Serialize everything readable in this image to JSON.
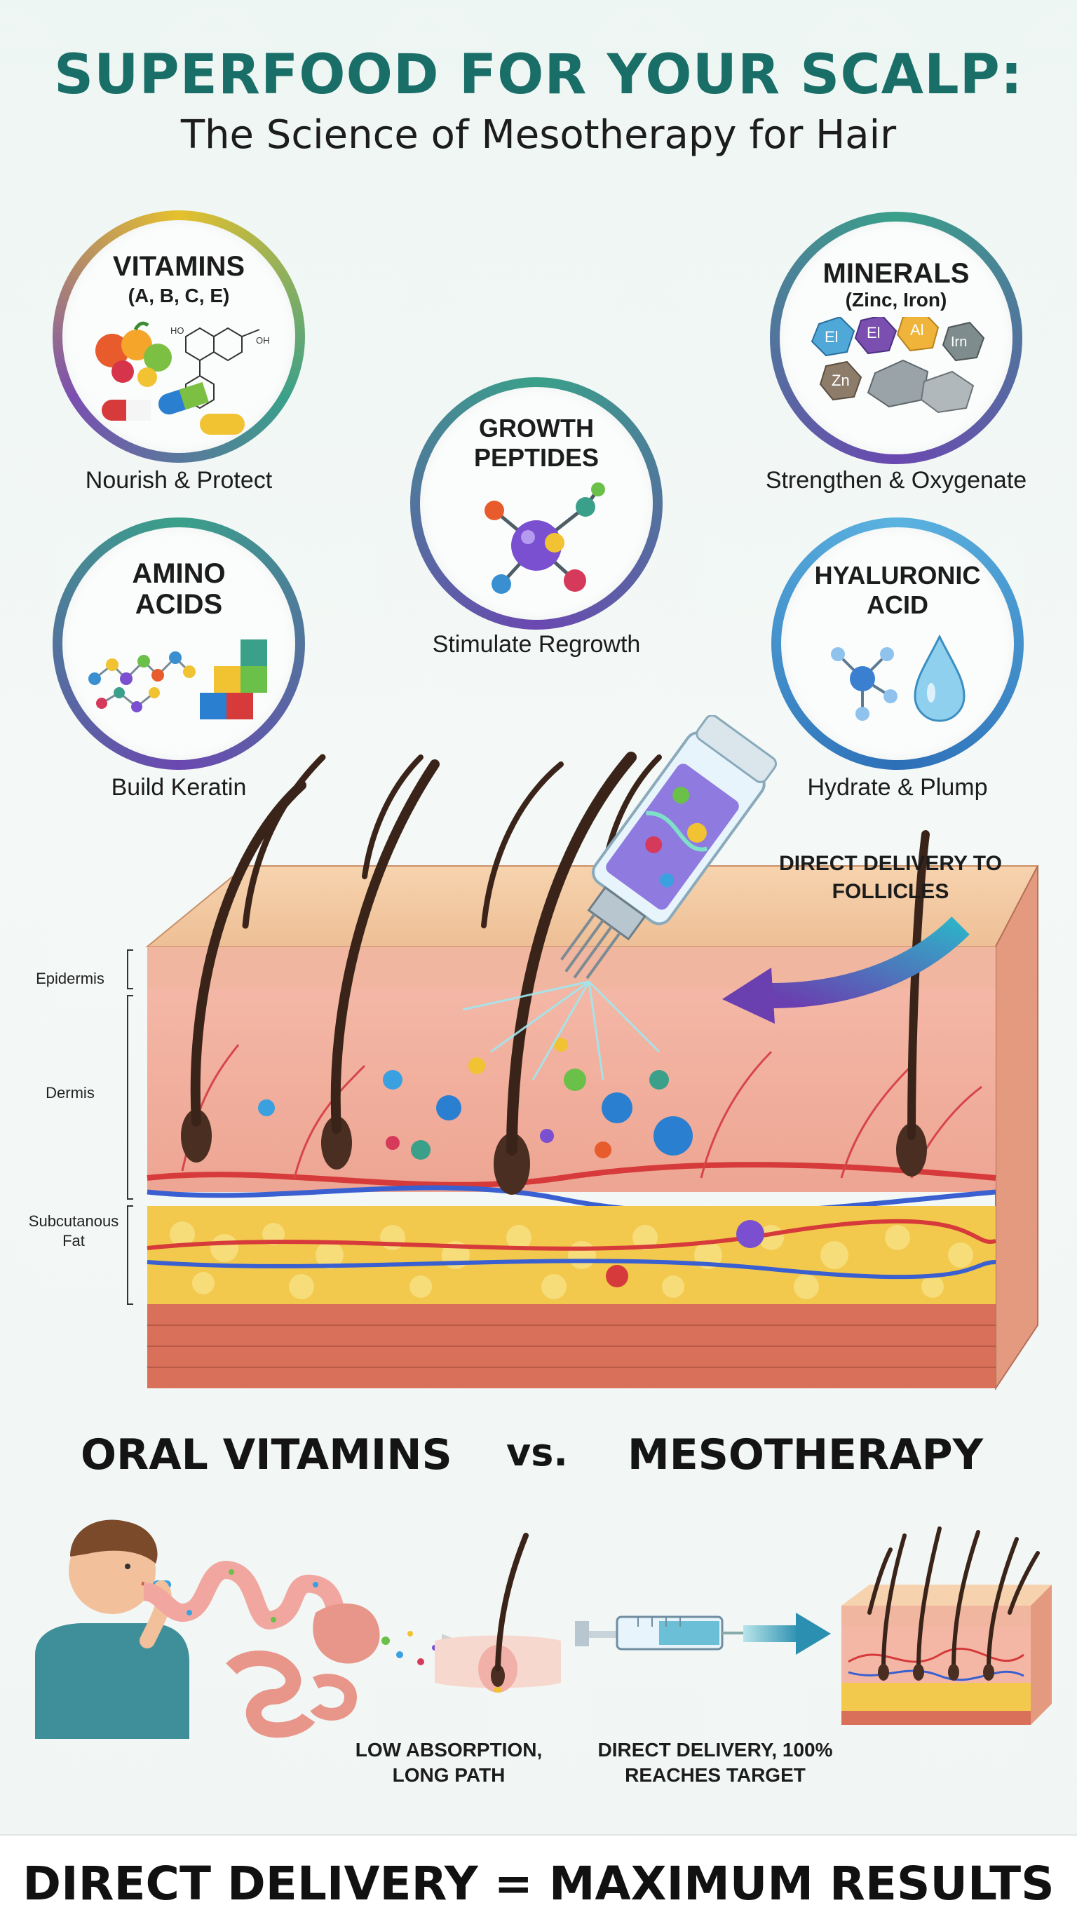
{
  "header": {
    "title": "SUPERFOOD FOR YOUR SCALP:",
    "subtitle": "The Science of Mesotherapy for Hair"
  },
  "ingredients": [
    {
      "id": "vitamins",
      "title": "VITAMINS",
      "subtitle": "(A, B, C, E)",
      "caption": "Nourish & Protect",
      "icon": "fruit-and-capsules-icon"
    },
    {
      "id": "minerals",
      "title": "MINERALS",
      "subtitle": "(Zinc, Iron)",
      "caption": "Strengthen & Oxygenate",
      "icon": "element-tiles-icon",
      "tiles": [
        "El",
        "El",
        "Al",
        "Irn",
        "Zn"
      ]
    },
    {
      "id": "peptides",
      "title": "GROWTH PEPTIDES",
      "caption": "Stimulate Regrowth",
      "icon": "molecule-icon"
    },
    {
      "id": "amino",
      "title": "AMINO ACIDS",
      "caption": "Build Keratin",
      "icon": "amino-chain-icon"
    },
    {
      "id": "hyaluronic",
      "title": "HYALURONIC ACID",
      "caption": "Hydrate & Plump",
      "icon": "water-drop-icon"
    }
  ],
  "skin_diagram": {
    "layers": [
      "Epidermis",
      "Dermis",
      "Subcutanous Fat"
    ],
    "callout": "DIRECT DELIVERY TO FOLLICLES"
  },
  "comparison": {
    "left": "ORAL VITAMINS",
    "vs": "vs.",
    "right": "MESOTHERAPY",
    "left_caption": "LOW ABSORPTION, LONG PATH",
    "right_caption": "DIRECT DELIVERY, 100% REACHES TARGET"
  },
  "footer": {
    "text": "DIRECT DELIVERY = MAXIMUM RESULTS"
  },
  "colors": {
    "title": "#1a6e68",
    "ring_gradient": [
      "#e0b82b",
      "#3aa08a",
      "#7a4fb0"
    ],
    "skin": "#f3c9a8",
    "fat": "#f2c94c"
  }
}
